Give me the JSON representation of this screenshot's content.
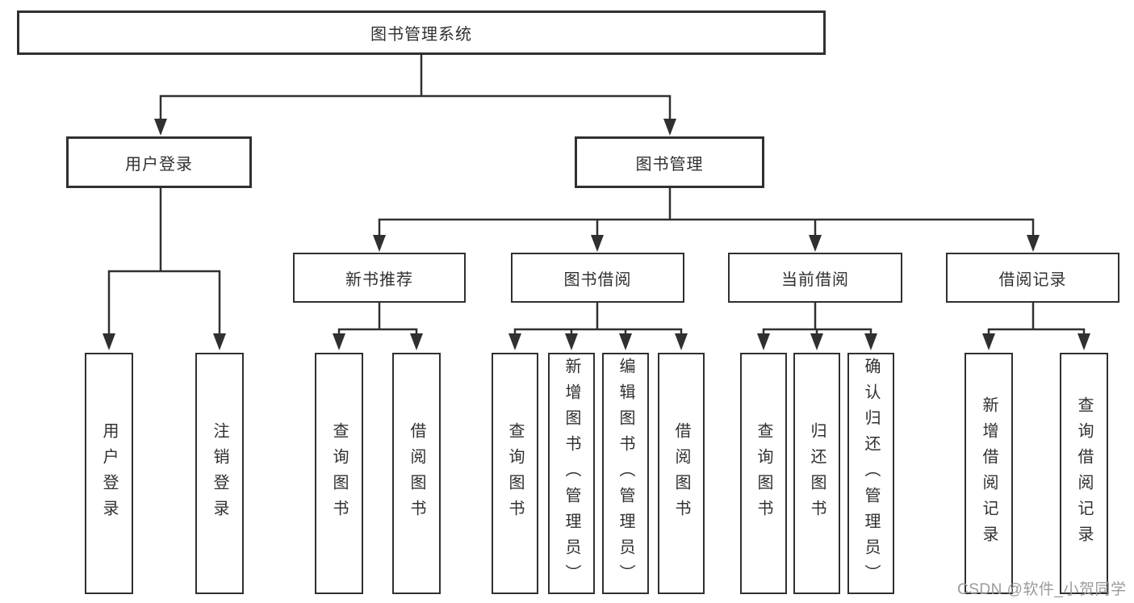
{
  "diagram": {
    "title": "图书管理系统",
    "root": {
      "label": "图书管理系统",
      "children": [
        {
          "label": "用户登录",
          "children": [
            {
              "label": "用户登录"
            },
            {
              "label": "注销登录"
            }
          ]
        },
        {
          "label": "图书管理",
          "children": [
            {
              "label": "新书推荐",
              "children": [
                {
                  "label": "查询图书"
                },
                {
                  "label": "借阅图书"
                }
              ]
            },
            {
              "label": "图书借阅",
              "children": [
                {
                  "label": "查询图书"
                },
                {
                  "label": "新增图书（管理员）"
                },
                {
                  "label": "编辑图书（管理员）"
                },
                {
                  "label": "借阅图书"
                }
              ]
            },
            {
              "label": "当前借阅",
              "children": [
                {
                  "label": "查询图书"
                },
                {
                  "label": "归还图书"
                },
                {
                  "label": "确认归还（管理员）"
                }
              ]
            },
            {
              "label": "借阅记录",
              "children": [
                {
                  "label": "新增借阅记录"
                },
                {
                  "label": "查询借阅记录"
                }
              ]
            }
          ]
        }
      ]
    }
  },
  "watermark": {
    "text": "CSDN @软件_小贺同学"
  },
  "colors": {
    "line": "#303030",
    "text": "#303030",
    "background": "#ffffff",
    "watermark": "#9b9b9b"
  }
}
